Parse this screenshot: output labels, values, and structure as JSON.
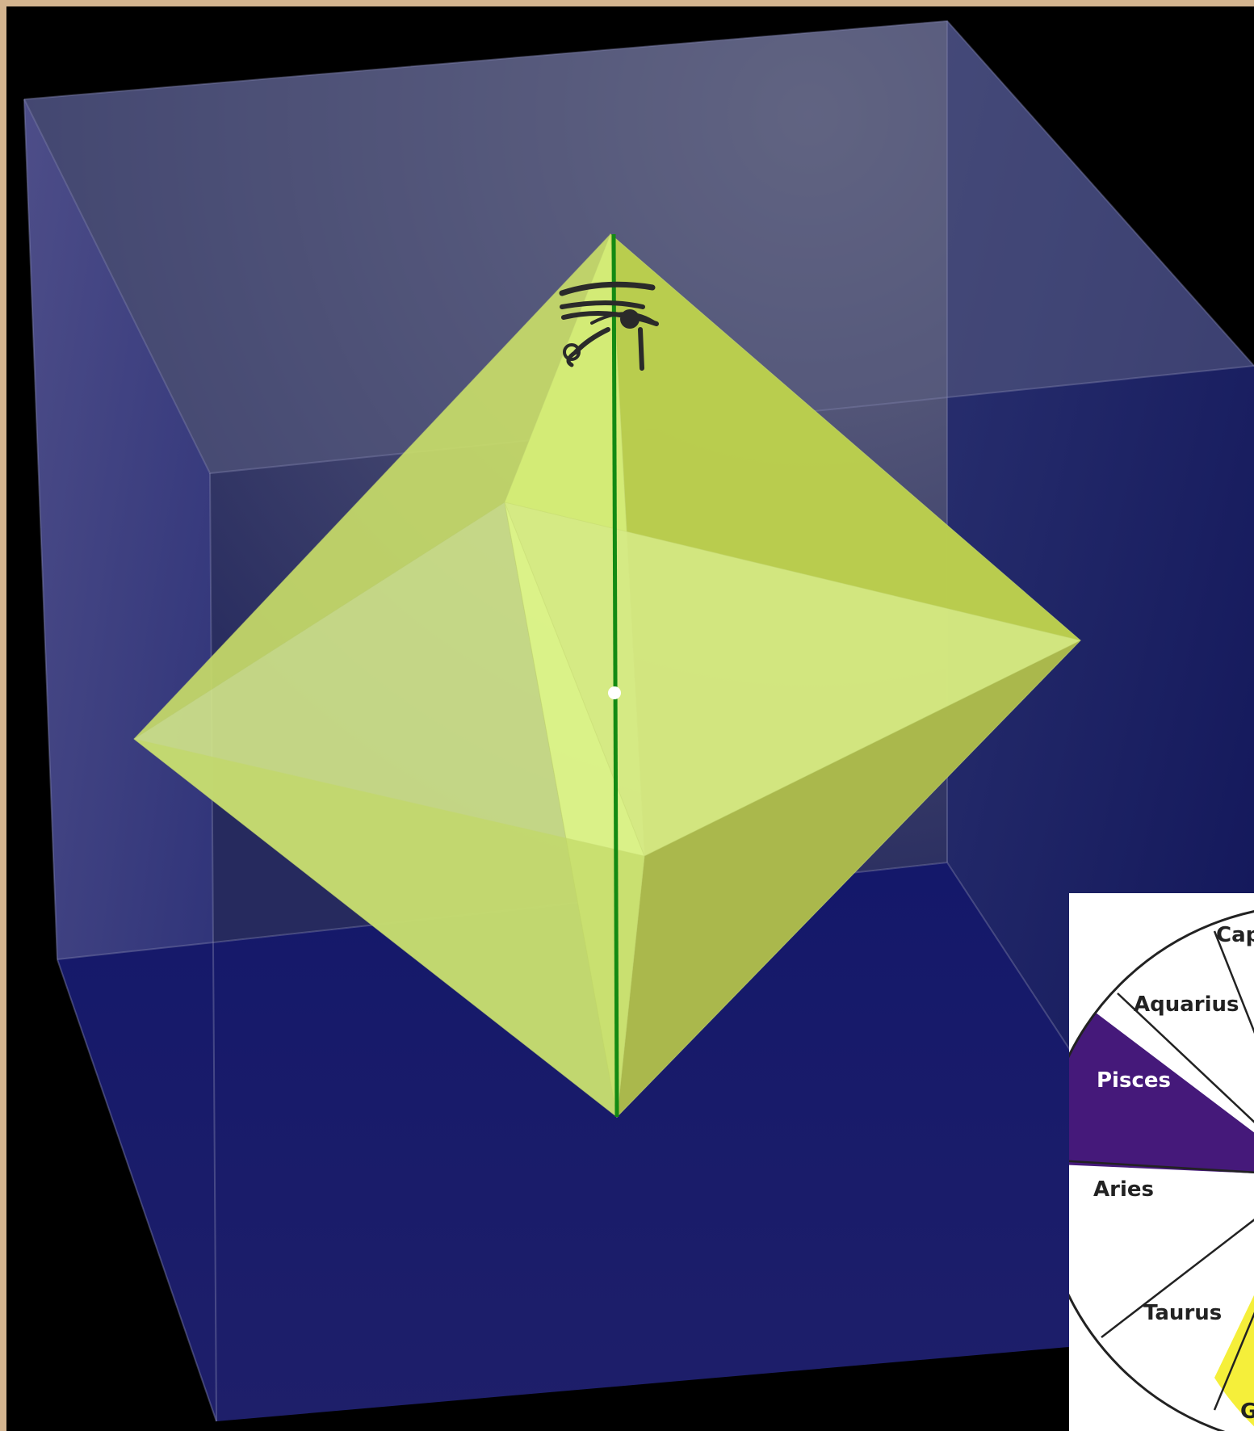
{
  "zodiac_inset": {
    "signs": [
      {
        "label": "Cap",
        "color": "#ffffff",
        "text_color": "#222222"
      },
      {
        "label": "Aquarius",
        "color": "#ffffff",
        "text_color": "#222222"
      },
      {
        "label": "Pisces",
        "color": "#45197a",
        "text_color": "#ffffff"
      },
      {
        "label": "Aries",
        "color": "#ffffff",
        "text_color": "#222222"
      },
      {
        "label": "Taurus",
        "color": "#ffffff",
        "text_color": "#222222"
      },
      {
        "label": "G",
        "color": "#f5ef3a",
        "text_color": "#222222"
      }
    ]
  },
  "colors": {
    "background": "#000000",
    "border": "#d3b48f",
    "cube": "#1a1f6e",
    "octahedron": "#d9f27a",
    "axis": "#138a13",
    "center_point": "#ffffff"
  },
  "icons": [
    "eye-of-horus-icon"
  ]
}
